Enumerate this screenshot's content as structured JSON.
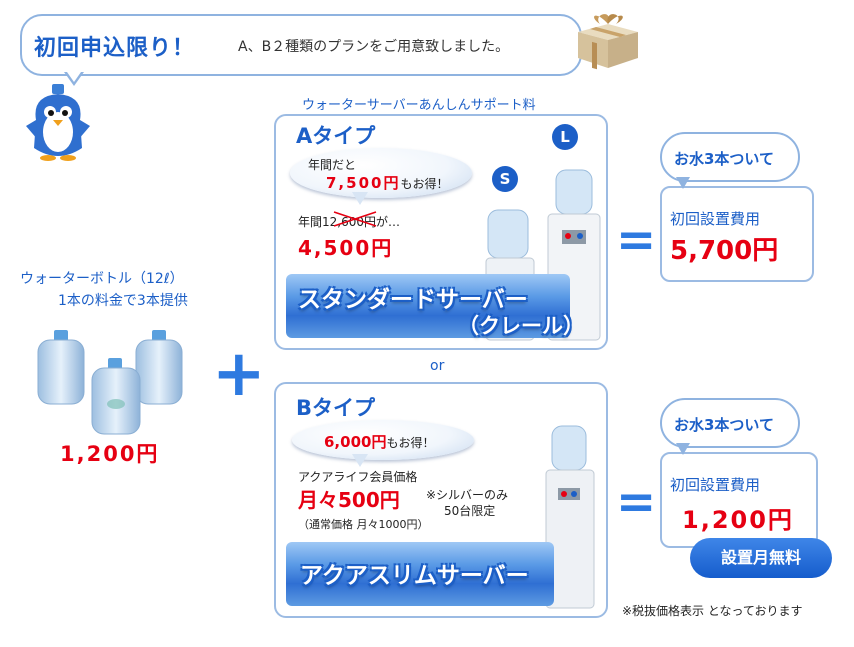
{
  "header": {
    "title": "初回申込限り！",
    "subtitle": "A、B２種類のプランをご用意致しました。"
  },
  "support_label": "ウォーターサーバーあんしんサポート料",
  "water": {
    "line1": "ウォーターボトル（12ℓ）",
    "line2": "1本の料金で3本提供",
    "price": "1,200円"
  },
  "or_label": "or",
  "plan_a": {
    "title": "Aタイプ",
    "bubble_line1": "年間だと",
    "bubble_amount": "7,500円",
    "bubble_suffix": "もお得！",
    "old_price": "年間12,600円が…",
    "price": "4,500円",
    "banner_line1": "スタンダードサーバー",
    "banner_line2": "（クレール）",
    "badge_s": "S",
    "badge_l": "L"
  },
  "plan_b": {
    "title": "Bタイプ",
    "bubble_amount": "6,000円",
    "bubble_suffix": "もお得！",
    "member_label": "アクアライフ会員価格",
    "price": "月々500円",
    "note_line1": "※シルバーのみ",
    "note_line2": "50台限定",
    "regular": "（通常価格 月々1000円）",
    "banner": "アクアスリムサーバー"
  },
  "result_a": {
    "cloud": "お水3本ついて",
    "label": "初回設置費用",
    "price": "5,700円"
  },
  "result_b": {
    "cloud": "お水3本ついて",
    "label": "初回設置費用",
    "price": "1,200円",
    "free": "設置月無料"
  },
  "footnote": "※税抜価格表示 となっております",
  "colors": {
    "accent_blue": "#1c5fc7",
    "price_red": "#e60012",
    "border_blue": "#9cbbe3"
  }
}
